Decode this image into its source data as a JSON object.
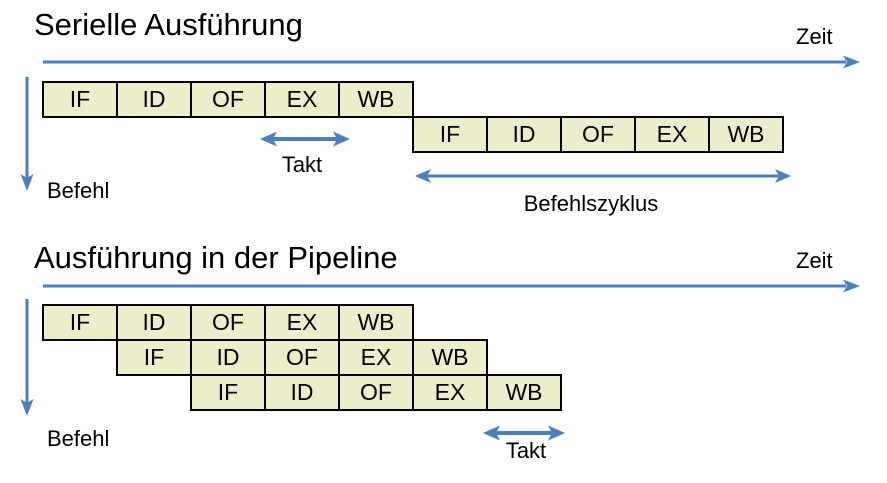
{
  "colors": {
    "arrow_blue": "#4a7ebc",
    "box_fill": "#eceec9",
    "box_border": "#000000",
    "text_color": "#000000",
    "background": "#ffffff"
  },
  "sections": {
    "serial": {
      "title": "Serielle Ausführung",
      "zeit_label": "Zeit",
      "befehl_label": "Befehl",
      "takt_label": "Takt",
      "befehlszyklus_label": "Befehlszyklus",
      "rows": [
        {
          "cells": [
            "IF",
            "ID",
            "OF",
            "EX",
            "WB"
          ]
        },
        {
          "cells": [
            "IF",
            "ID",
            "OF",
            "EX",
            "WB"
          ]
        }
      ]
    },
    "pipeline": {
      "title": "Ausführung in der Pipeline",
      "zeit_label": "Zeit",
      "befehl_label": "Befehl",
      "takt_label": "Takt",
      "rows": [
        {
          "cells": [
            "IF",
            "ID",
            "OF",
            "EX",
            "WB"
          ]
        },
        {
          "cells": [
            "IF",
            "ID",
            "OF",
            "EX",
            "WB"
          ]
        },
        {
          "cells": [
            "IF",
            "ID",
            "OF",
            "EX",
            "WB"
          ]
        }
      ]
    }
  }
}
